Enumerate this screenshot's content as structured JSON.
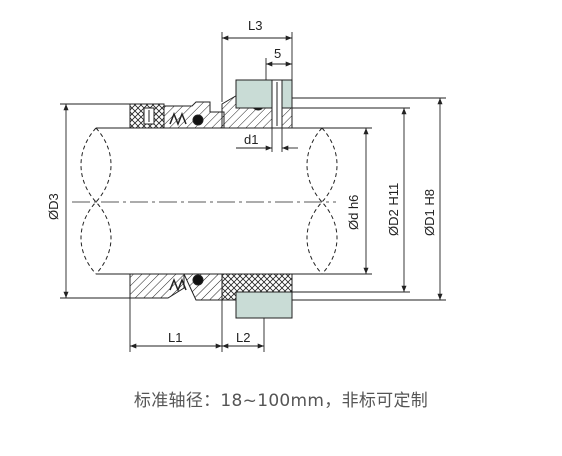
{
  "labels": {
    "L3": "L3",
    "five": "5",
    "d1": "d1",
    "D3": "ØD3",
    "d_h6": "Ød h6",
    "D2_H11": "ØD2 H11",
    "D1_H8": "ØD1 H8",
    "L1": "L1",
    "L2": "L2"
  },
  "caption": "标准轴径：18~100mm，非标可定制",
  "colors": {
    "seat": "#c9dcd6",
    "line": "#222222",
    "rubber": "#111111"
  }
}
